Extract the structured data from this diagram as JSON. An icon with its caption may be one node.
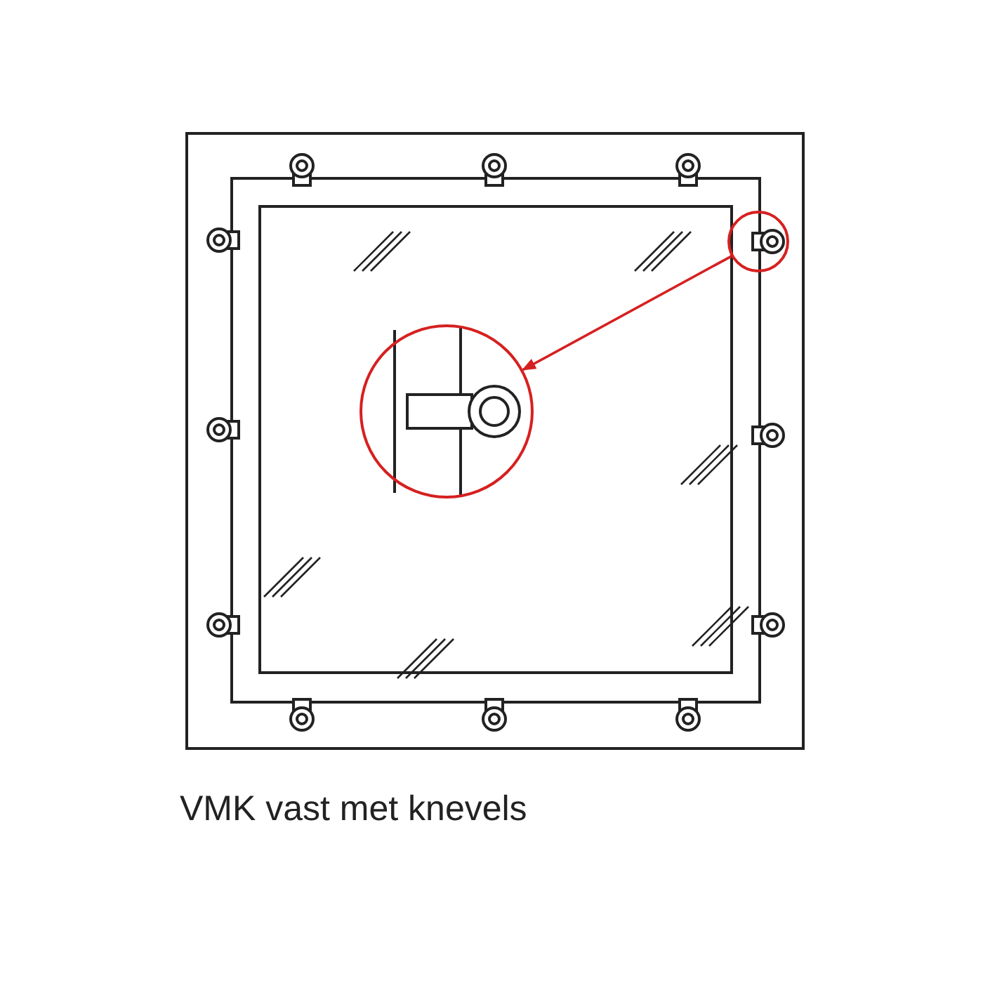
{
  "diagram": {
    "caption": "VMK vast met knevels",
    "nodes": [
      {
        "text": [],
        "shape": "circle"
      },
      {
        "text": [],
        "shape": "circle"
      }
    ],
    "edges": [
      {
        "from": 0,
        "to": 1,
        "arrow": "to"
      }
    ]
  }
}
